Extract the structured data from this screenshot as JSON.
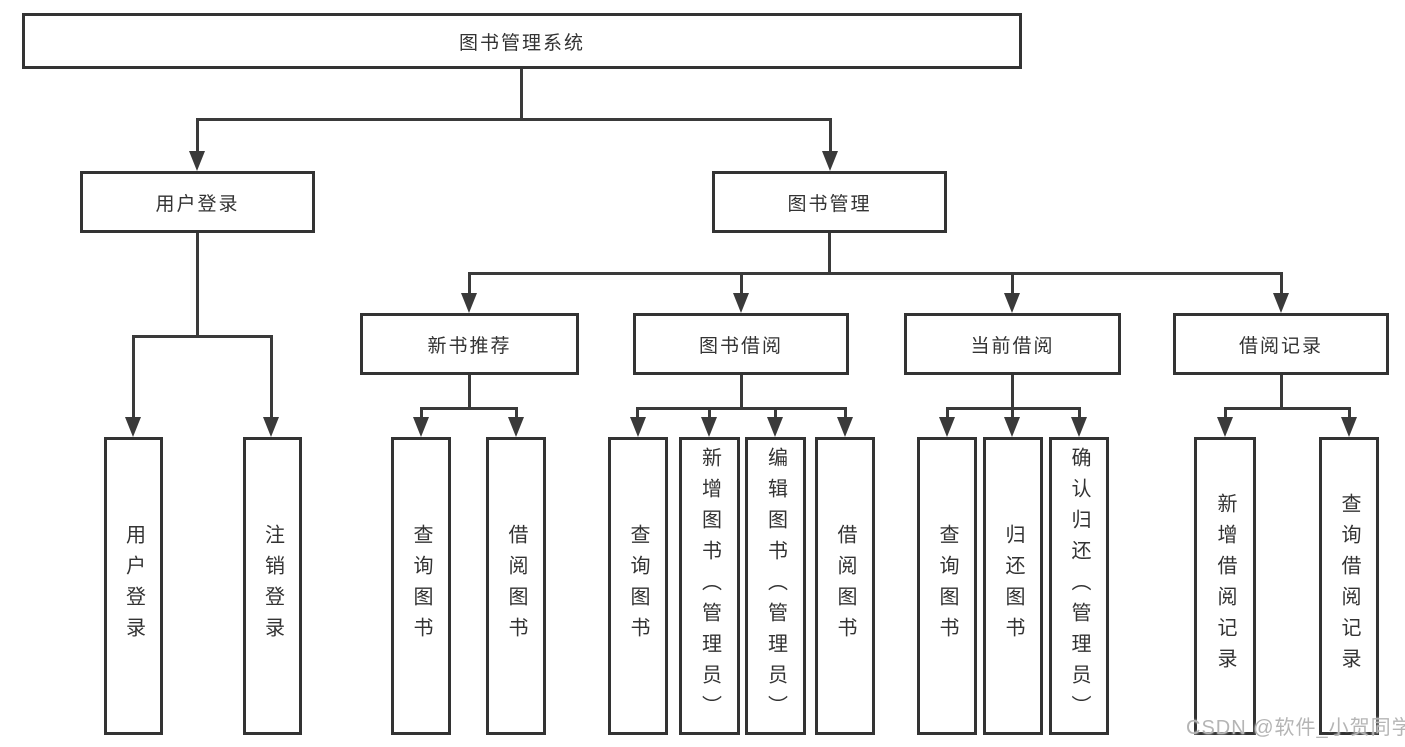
{
  "diagram": {
    "root": {
      "label": "图书管理系统"
    },
    "branches": [
      {
        "label": "用户登录",
        "children": [
          {
            "label": "用户登录"
          },
          {
            "label": "注销登录"
          }
        ]
      },
      {
        "label": "图书管理",
        "children": [
          {
            "label": "新书推荐",
            "children": [
              {
                "label": "查询图书"
              },
              {
                "label": "借阅图书"
              }
            ]
          },
          {
            "label": "图书借阅",
            "children": [
              {
                "label": "查询图书"
              },
              {
                "label": "新增图书（管理员）"
              },
              {
                "label": "编辑图书（管理员）"
              },
              {
                "label": "借阅图书"
              }
            ]
          },
          {
            "label": "当前借阅",
            "children": [
              {
                "label": "查询图书"
              },
              {
                "label": "归还图书"
              },
              {
                "label": "确认归还（管理员）"
              }
            ]
          },
          {
            "label": "借阅记录",
            "children": [
              {
                "label": "新增借阅记录"
              },
              {
                "label": "查询借阅记录"
              }
            ]
          }
        ]
      }
    ]
  },
  "watermark": {
    "text": "CSDN @软件_小贺同学"
  },
  "colors": {
    "line": "#3a3a3a",
    "box_border": "#333333",
    "text": "#333333",
    "watermark": "#b5b5b5",
    "background": "#ffffff"
  }
}
